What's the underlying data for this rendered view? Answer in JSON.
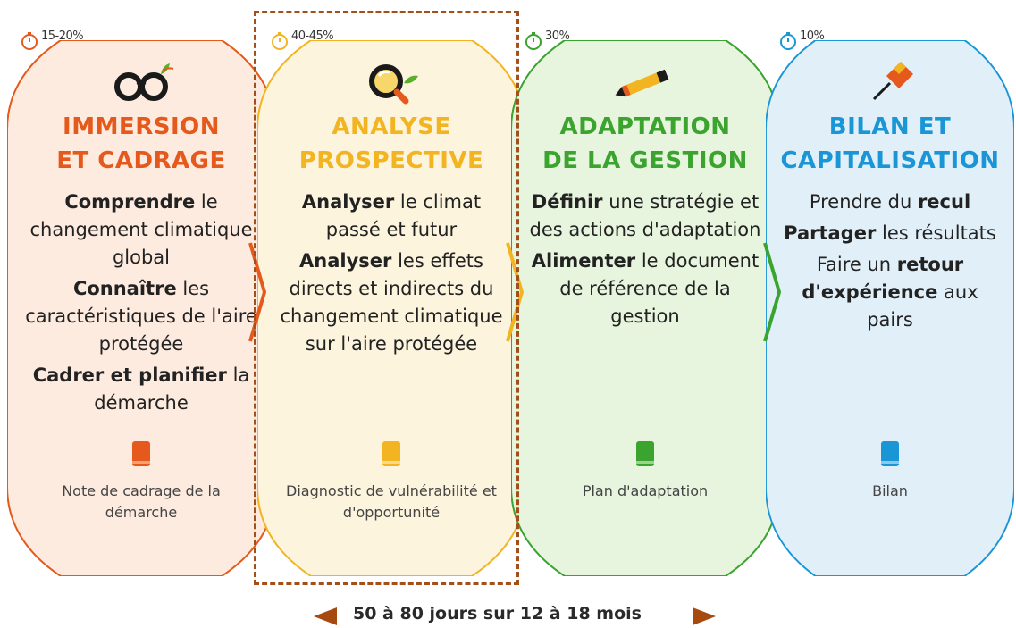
{
  "phases": [
    {
      "percent": "15-20%",
      "icon": "glasses-icon",
      "color": "#e55a1c",
      "bg": "#fdebdf",
      "title_lines": [
        "IMMERSION",
        "ET CADRAGE"
      ],
      "actions": [
        {
          "bold": "Comprendre",
          "text_a": " le changement climatique global"
        },
        {
          "bold": "Connaître",
          "text_a": " les caractéristiques de l'aire protégée"
        },
        {
          "bold": "Cadrer et planifier",
          "text_a": " la démarche"
        }
      ],
      "deliverable": "Note de cadrage de la démarche"
    },
    {
      "percent": "40-45%",
      "icon": "magnifier-icon",
      "color": "#f2b521",
      "bg": "#fdf4de",
      "title_lines": [
        "ANALYSE",
        "PROSPECTIVE"
      ],
      "actions": [
        {
          "bold": "Analyser",
          "text_a": " le climat passé et futur"
        },
        {
          "bold": "Analyser",
          "text_a": " les effets directs et indirects du changement climatique sur l'aire protégée"
        }
      ],
      "deliverable": "Diagnostic de vulnérabilité et d'opportunité"
    },
    {
      "percent": "30%",
      "icon": "pencil-icon",
      "color": "#3aa42f",
      "bg": "#e7f4de",
      "title_lines": [
        "ADAPTATION",
        "DE LA GESTION"
      ],
      "actions": [
        {
          "bold": "Définir",
          "text_a": " une stratégie et des actions d'adaptation"
        },
        {
          "bold": "Alimenter",
          "text_a": " le document de référence de la gestion"
        }
      ],
      "deliverable": "Plan d'adaptation"
    },
    {
      "percent": "10%",
      "icon": "pushpin-icon",
      "color": "#1a95d6",
      "bg": "#e0eff8",
      "title_lines": [
        "BILAN ET",
        "CAPITALISATION"
      ],
      "actions": [
        {
          "text_b": "Prendre du ",
          "bold": "recul"
        },
        {
          "bold": "Partager",
          "text_a": " les résultats"
        },
        {
          "text_b": "Faire un ",
          "bold": "retour d'expérience",
          "text_a": " aux pairs"
        }
      ],
      "deliverable": "Bilan"
    }
  ],
  "footer": {
    "text": "50 à 80 jours sur 12 à 18 mois",
    "arrow_color": "#a64a10"
  },
  "highlight_color": "#a24f1a"
}
